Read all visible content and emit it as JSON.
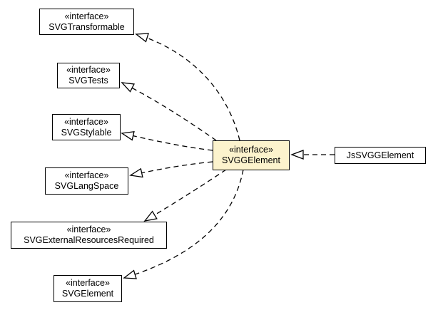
{
  "diagram": {
    "type": "uml-class-diagram",
    "background": "#ffffff",
    "colors": {
      "node_fill": "#ffffff",
      "highlight_fill": "#fcf3cd",
      "border": "#000000",
      "edge": "#000000",
      "arrowhead_fill": "#ffffff"
    },
    "nodes": [
      {
        "stereotype": "«interface»",
        "name": "SVGTransformable"
      },
      {
        "stereotype": "«interface»",
        "name": "SVGTests"
      },
      {
        "stereotype": "«interface»",
        "name": "SVGStylable"
      },
      {
        "stereotype": "«interface»",
        "name": "SVGLangSpace"
      },
      {
        "stereotype": "«interface»",
        "name": "SVGExternalResourcesRequired"
      },
      {
        "stereotype": "«interface»",
        "name": "SVGElement"
      },
      {
        "stereotype": "«interface»",
        "name": "SVGGElement",
        "highlighted": true
      },
      {
        "name": "JsSVGGElement"
      }
    ],
    "edges": [
      {
        "from": "SVGGElement",
        "to": "SVGTransformable",
        "style": "dashed",
        "arrowhead": "hollow-triangle"
      },
      {
        "from": "SVGGElement",
        "to": "SVGTests",
        "style": "dashed",
        "arrowhead": "hollow-triangle"
      },
      {
        "from": "SVGGElement",
        "to": "SVGStylable",
        "style": "dashed",
        "arrowhead": "hollow-triangle"
      },
      {
        "from": "SVGGElement",
        "to": "SVGLangSpace",
        "style": "dashed",
        "arrowhead": "hollow-triangle"
      },
      {
        "from": "SVGGElement",
        "to": "SVGExternalResourcesRequired",
        "style": "dashed",
        "arrowhead": "hollow-triangle"
      },
      {
        "from": "SVGGElement",
        "to": "SVGElement",
        "style": "dashed",
        "arrowhead": "hollow-triangle"
      },
      {
        "from": "JsSVGGElement",
        "to": "SVGGElement",
        "style": "dashed",
        "arrowhead": "hollow-triangle"
      }
    ]
  }
}
